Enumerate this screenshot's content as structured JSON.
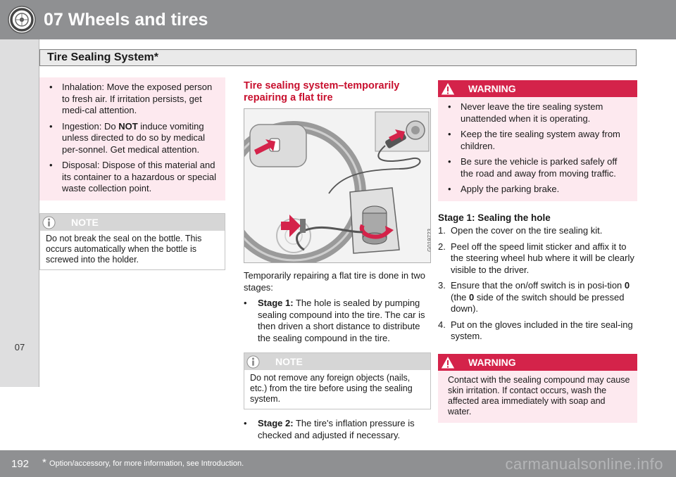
{
  "header": {
    "title": "07 Wheels and tires",
    "icon": "wheel-icon"
  },
  "section": {
    "title": "Tire Sealing System*"
  },
  "side_tab": {
    "label": "07"
  },
  "footer": {
    "page_number": "192",
    "footnote_star": "*",
    "footnote_text": "Option/accessory, for more information, see Introduction.",
    "watermark": "carmanualsonline.info"
  },
  "col1": {
    "bullets": [
      {
        "text": "Inhalation: Move the exposed person to fresh air. If irritation persists, get medi-cal attention."
      },
      {
        "pre": "Ingestion: Do ",
        "bold": "NOT",
        "post": " induce vomiting unless directed to do so by medical per-sonnel. Get medical attention."
      },
      {
        "text": "Disposal: Dispose of this material and its container to a hazardous or special waste collection point."
      }
    ],
    "note": {
      "label": "NOTE",
      "text": "Do not break the seal on the bottle. This occurs automatically when the bottle is screwed into the holder."
    }
  },
  "col2": {
    "heading": "Tire sealing system–temporarily repairing a flat tire",
    "figure_id": "G019723",
    "intro": "Temporarily repairing a flat tire is done in two stages:",
    "stage1_label": "Stage 1:",
    "stage1_text": " The hole is sealed by pumping sealing compound into the tire. The car is then driven a short distance to distribute the sealing compound in the tire.",
    "note": {
      "label": "NOTE",
      "text": "Do not remove any foreign objects (nails, etc.) from the tire before using the sealing system."
    },
    "stage2_label": "Stage 2:",
    "stage2_text": " The tire's inflation pressure is checked and adjusted if necessary."
  },
  "col3": {
    "warning1": {
      "label": "WARNING",
      "items": [
        "Never leave the tire sealing system unattended when it is operating.",
        "Keep the tire sealing system away from children.",
        "Be sure the vehicle is parked safely off the road and away from moving traffic.",
        "Apply the parking brake."
      ]
    },
    "stage_heading": "Stage 1: Sealing the hole",
    "steps": [
      {
        "n": "1.",
        "text": "Open the cover on the tire sealing kit."
      },
      {
        "n": "2.",
        "text": "Peel off the speed limit sticker and affix it to the steering wheel hub where it will be clearly visible to the driver."
      },
      {
        "n": "3.",
        "pre": "Ensure that the on/off switch is in posi-tion ",
        "b1": "0",
        "mid": " (the ",
        "b2": "0",
        "post": " side of the switch should be pressed down)."
      },
      {
        "n": "4.",
        "text": "Put on the gloves included in the tire seal-ing system."
      }
    ],
    "warning2": {
      "label": "WARNING",
      "text": "Contact with the sealing compound may cause skin irritation. If contact occurs, wash the affected area immediately with soap and water."
    }
  },
  "colors": {
    "header_gray": "#8f9092",
    "warning_red": "#d4234a",
    "heading_red": "#c8102e",
    "pink_bg": "#fde9ef",
    "note_gray": "#d6d6d6"
  }
}
